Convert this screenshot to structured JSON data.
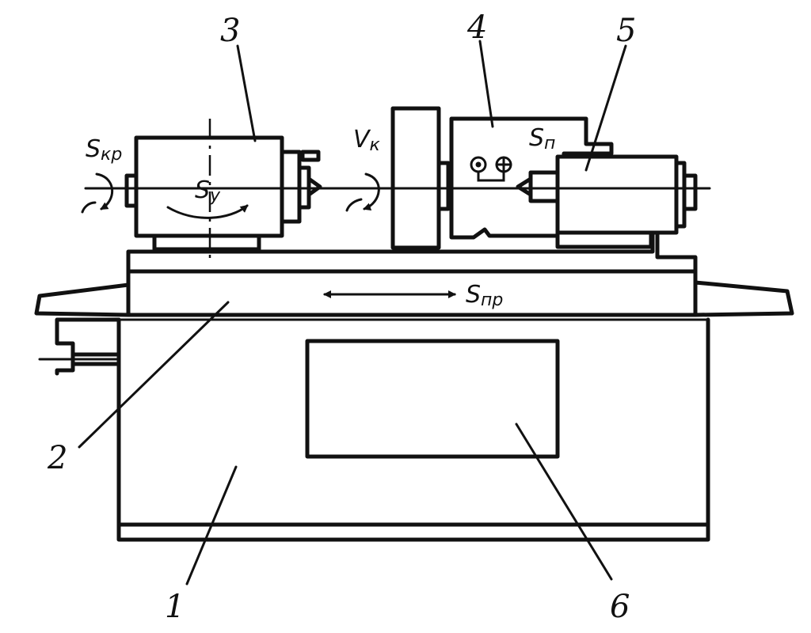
{
  "callouts": {
    "machine_bed": "1",
    "table": "2",
    "workhead": "3",
    "wheelhead": "4",
    "tailstock": "5",
    "control_panel": "6"
  },
  "motions": {
    "s_kr": {
      "main": "S",
      "sub": "кр"
    },
    "v_k": {
      "main": "V",
      "sub": "к"
    },
    "s_y": {
      "main": "S",
      "sub": "y"
    },
    "s_n": {
      "main": "S",
      "sub": "п"
    },
    "s_np": {
      "main": "S",
      "sub": "пр"
    }
  }
}
